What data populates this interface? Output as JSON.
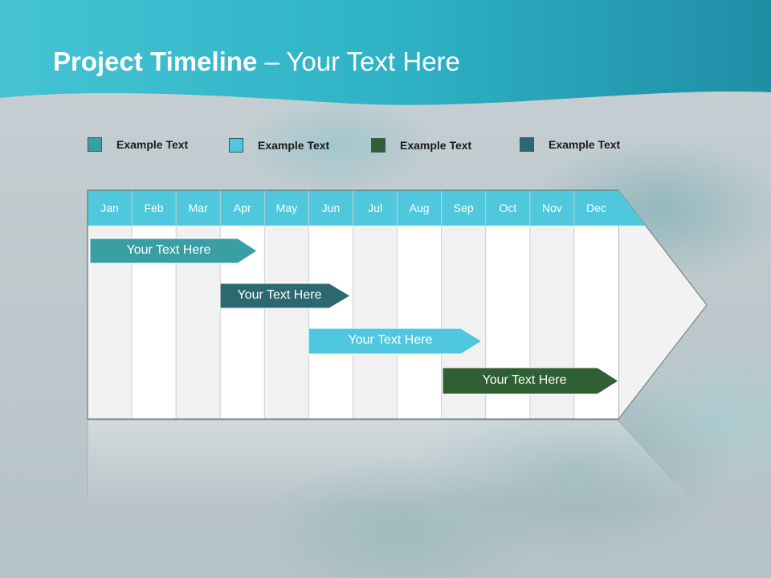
{
  "slide": {
    "title_bold": "Project Timeline",
    "title_rest": " – Your Text Here"
  },
  "legend": [
    {
      "label": "Example Text",
      "color": "#3a9ea5"
    },
    {
      "label": "Example Text",
      "color": "#4fc8de"
    },
    {
      "label": "Example Text",
      "color": "#2f5f32"
    },
    {
      "label": "Example Text",
      "color": "#2c6870"
    }
  ],
  "months": [
    "Jan",
    "Feb",
    "Mar",
    "Apr",
    "May",
    "Jun",
    "Jul",
    "Aug",
    "Sep",
    "Oct",
    "Nov",
    "Dec"
  ],
  "bars": [
    {
      "label": "Your  Text Here",
      "color": "#3a9ea5"
    },
    {
      "label": "Your  Text Here",
      "color": "#2c6870"
    },
    {
      "label": "Your  Text Here",
      "color": "#4fc8de"
    },
    {
      "label": "Your  Text Here",
      "color": "#2f5f32"
    }
  ],
  "colors": {
    "header": "#2fb3c6",
    "month_bar": "#4fc8de"
  }
}
